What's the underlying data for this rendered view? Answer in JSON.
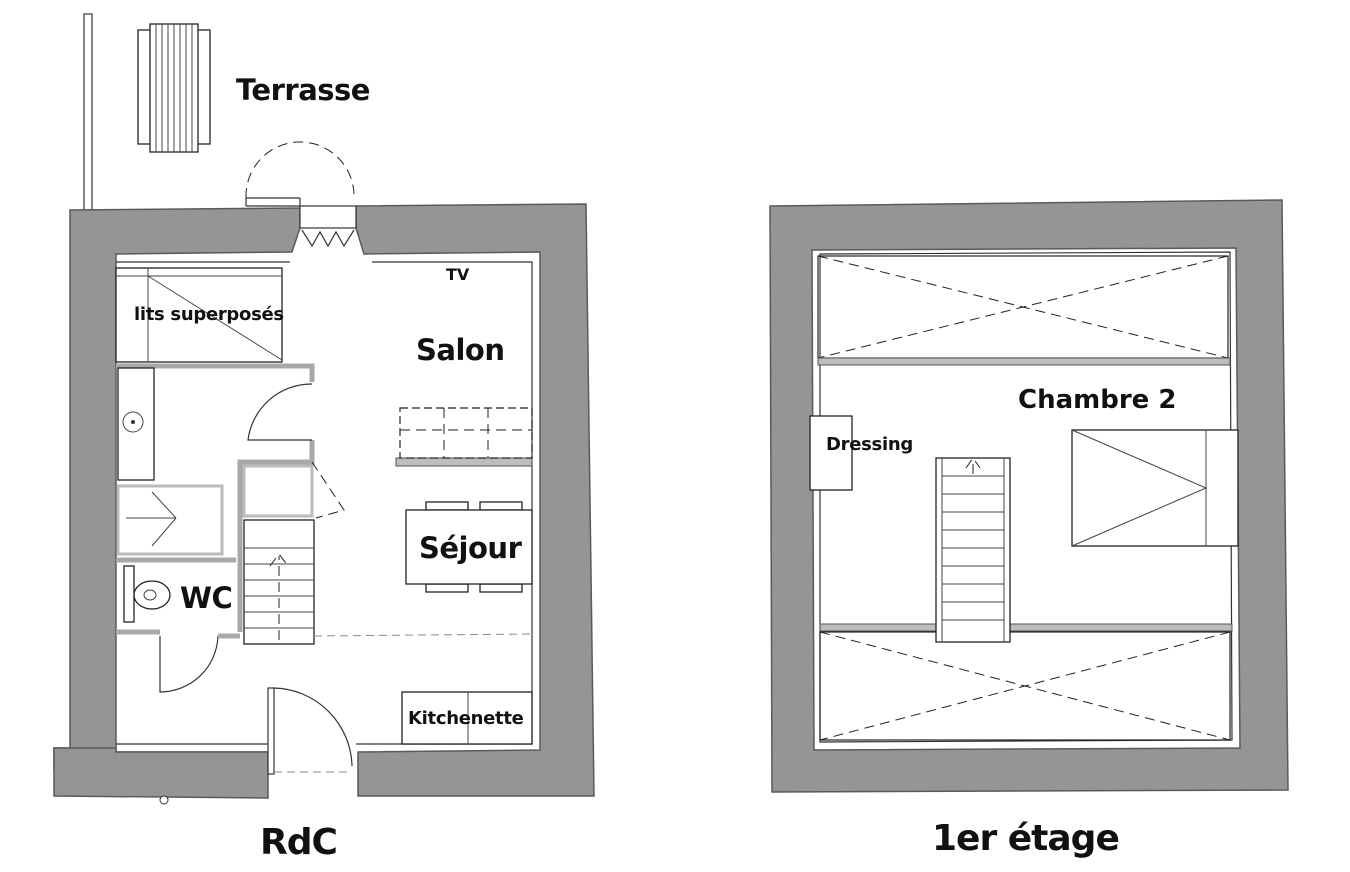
{
  "plans": {
    "ground_floor": {
      "title": "RdC",
      "rooms": {
        "terrace": "Terrasse",
        "bunk_beds": "lits superposés",
        "tv": "TV",
        "living_room": "Salon",
        "dining_room": "Séjour",
        "wc": "WC",
        "kitchenette": "Kitchenette"
      }
    },
    "first_floor": {
      "title": "1er étage",
      "rooms": {
        "bedroom": "Chambre 2",
        "dressing": "Dressing"
      }
    }
  },
  "colors": {
    "wall_fill": "#959595",
    "line": "#222222",
    "background": "#ffffff"
  }
}
